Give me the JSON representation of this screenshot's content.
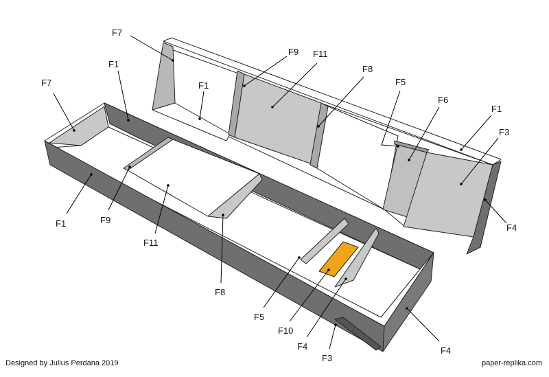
{
  "footer": {
    "credit": "Designed by Julius Perdana 2019",
    "site": "paper-replika.com"
  },
  "colors": {
    "dark_wall": "#6f6f6f",
    "light_panel": "#c8c8c8",
    "white": "#ffffff",
    "accent_part": "#f0a418"
  },
  "labels": {
    "lid_f7": "F7",
    "lid_f1_top": "F1",
    "box_f7": "F7",
    "lid_f1_inner": "F1",
    "lid_f9": "F9",
    "lid_f11": "F11",
    "lid_f8": "F8",
    "lid_f5": "F5",
    "lid_f6": "F6",
    "lid_f1_right": "F1",
    "lid_f3": "F3",
    "lid_f4": "F4",
    "box_f1": "F1",
    "box_f9": "F9",
    "box_f11": "F11",
    "box_f8": "F8",
    "box_f5": "F5",
    "box_f10": "F10",
    "box_f4": "F4",
    "box_f3": "F3",
    "box_f4_right": "F4"
  }
}
